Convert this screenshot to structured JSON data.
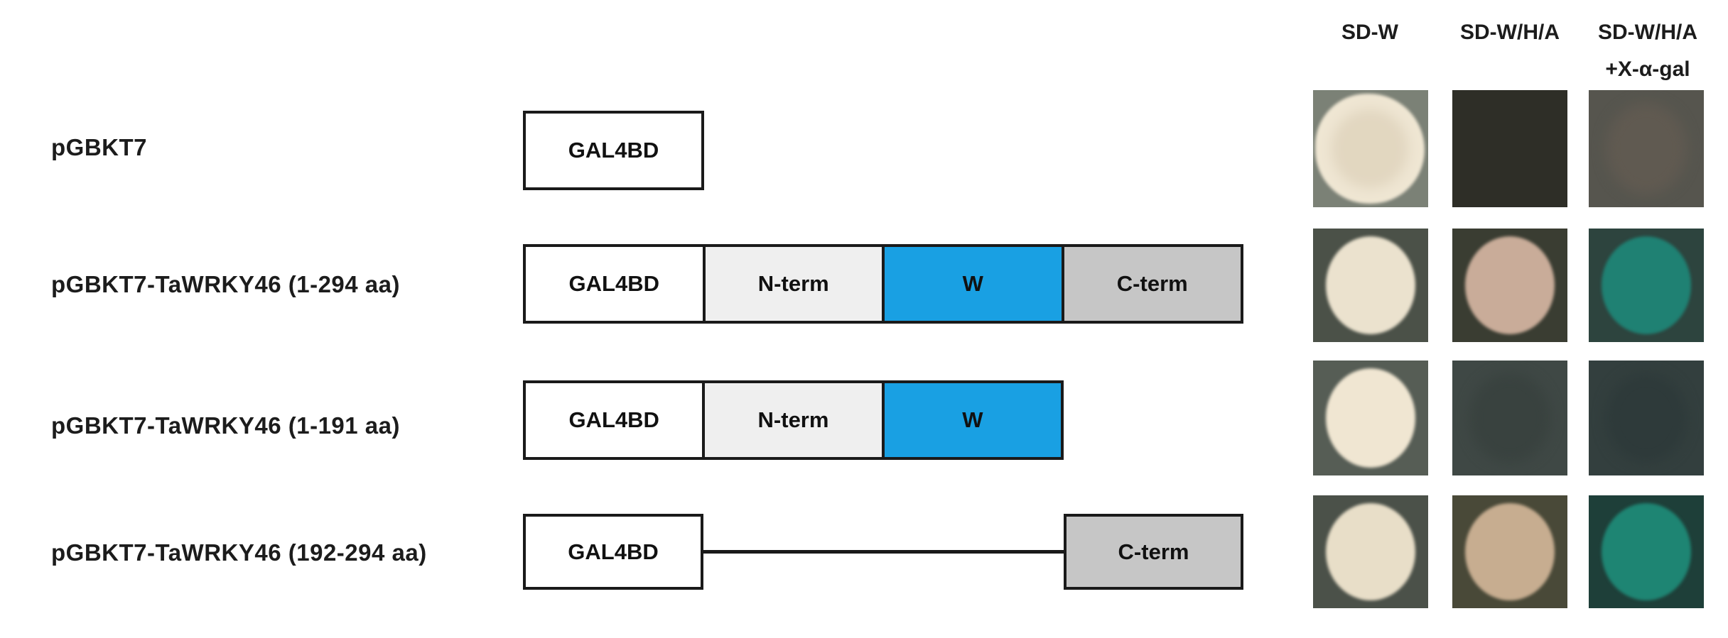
{
  "figure": {
    "media_headers": [
      {
        "label": "SD-W"
      },
      {
        "label": "SD-W/H/A"
      },
      {
        "label": "SD-W/H/A",
        "label_line2": "+X-α-gal"
      }
    ],
    "domain_colors": {
      "gal4bd": "#ffffff",
      "n_term": "#efefef",
      "w_domain": "#19a0e3",
      "c_term": "#c6c6c6",
      "outline": "#1a1a1a"
    },
    "rows": [
      {
        "label": "pGBKT7",
        "segments": [
          {
            "label": "GAL4BD"
          }
        ],
        "colonies": [
          {
            "media": "SD-W",
            "growth": "large-white-colony",
            "plate_bg": "#7b8176",
            "colony_color": "#efe6d3"
          },
          {
            "media": "SD-W/H/A",
            "growth": "none",
            "plate_bg": "#2e2e27",
            "colony_color": null
          },
          {
            "media": "SD-W/H/A +X-α-gal",
            "growth": "faint",
            "plate_bg": "#56554e",
            "colony_color": "#605a51"
          }
        ]
      },
      {
        "label": "pGBKT7-TaWRKY46 (1-294 aa)",
        "segments": [
          {
            "label": "GAL4BD"
          },
          {
            "label": "N-term"
          },
          {
            "label": "W"
          },
          {
            "label": "C-term"
          }
        ],
        "colonies": [
          {
            "media": "SD-W",
            "growth": "white-colony",
            "plate_bg": "#4b5148",
            "colony_color": "#ebe2ce"
          },
          {
            "media": "SD-W/H/A",
            "growth": "tan-colony",
            "plate_bg": "#3a3d32",
            "colony_color": "#c9ac99"
          },
          {
            "media": "SD-W/H/A +X-α-gal",
            "growth": "blue-teal-colony",
            "plate_bg": "#2d443e",
            "colony_color": "#1f8173"
          }
        ]
      },
      {
        "label": "pGBKT7-TaWRKY46 (1-191 aa)",
        "segments": [
          {
            "label": "GAL4BD"
          },
          {
            "label": "N-term"
          },
          {
            "label": "W"
          }
        ],
        "colonies": [
          {
            "media": "SD-W",
            "growth": "white-colony",
            "plate_bg": "#565d55",
            "colony_color": "#f0e6d2"
          },
          {
            "media": "SD-W/H/A",
            "growth": "faint",
            "plate_bg": "#3f4845",
            "colony_color": "#39423f"
          },
          {
            "media": "SD-W/H/A +X-α-gal",
            "growth": "faint",
            "plate_bg": "#333f3e",
            "colony_color": "#2e3a3a"
          }
        ]
      },
      {
        "label": "pGBKT7-TaWRKY46 (192-294 aa)",
        "segments": [
          {
            "label": "GAL4BD"
          },
          {
            "label": "C-term"
          }
        ],
        "colonies": [
          {
            "media": "SD-W",
            "growth": "white-colony",
            "plate_bg": "#4b5149",
            "colony_color": "#e8dec8"
          },
          {
            "media": "SD-W/H/A",
            "growth": "tan-colony",
            "plate_bg": "#494938",
            "colony_color": "#c7ad90"
          },
          {
            "media": "SD-W/H/A +X-α-gal",
            "growth": "blue-teal-colony",
            "plate_bg": "#1e3f39",
            "colony_color": "#1e8573"
          }
        ]
      }
    ]
  }
}
